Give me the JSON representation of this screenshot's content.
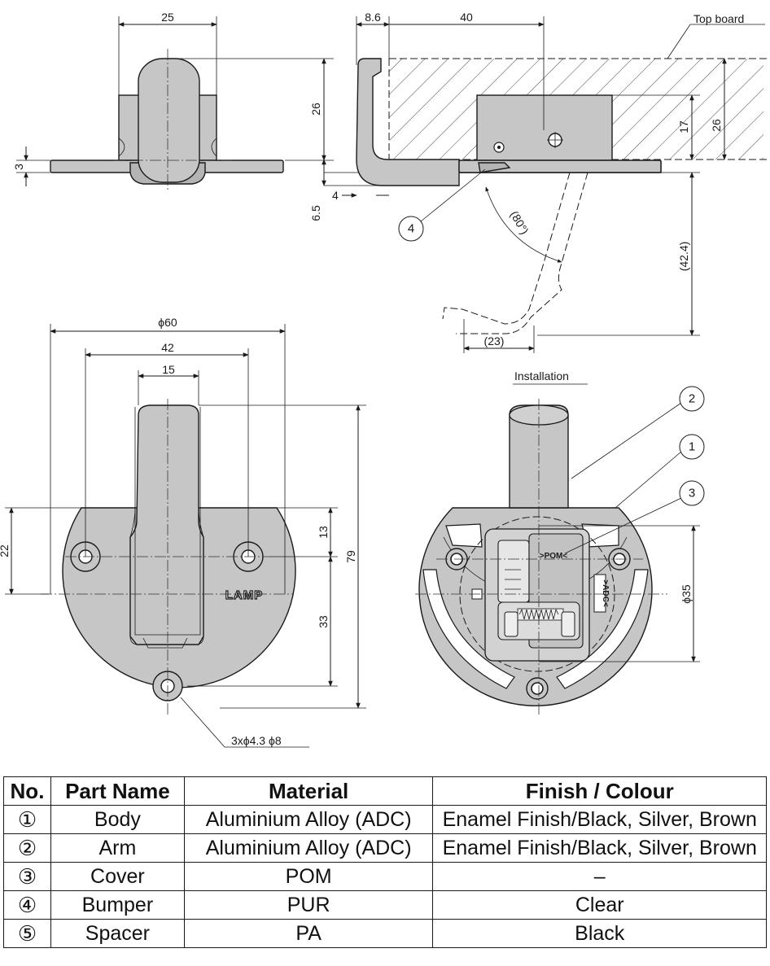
{
  "labels": {
    "top_board": "Top board",
    "installation": "Installation",
    "lamp": "LAMP",
    "pom_mark": ">POM<",
    "adc_mark": ">ADC<"
  },
  "dimensions": {
    "d25": "25",
    "d26a": "26",
    "d3": "3",
    "d8_6": "8.6",
    "d40": "40",
    "d17": "17",
    "d26b": "26",
    "d4": "4",
    "d6_5": "6.5",
    "d80": "(80°)",
    "d42_4": "(42.4)",
    "d23": "(23)",
    "phi60": "ϕ60",
    "d42": "42",
    "d15": "15",
    "d22": "22",
    "d13": "13",
    "d79": "79",
    "d33": "33",
    "phi35": "ϕ35",
    "holes": "3xϕ4.3 ϕ8"
  },
  "bubbles": {
    "b1": "1",
    "b2": "2",
    "b3": "3",
    "b4": "4"
  },
  "table": {
    "headers": [
      "No.",
      "Part Name",
      "Material",
      "Finish / Colour"
    ],
    "rows": [
      [
        "①",
        "Body",
        "Aluminium Alloy (ADC)",
        "Enamel Finish/Black, Silver, Brown"
      ],
      [
        "②",
        "Arm",
        "Aluminium Alloy (ADC)",
        "Enamel Finish/Black, Silver, Brown"
      ],
      [
        "③",
        "Cover",
        "POM",
        "–"
      ],
      [
        "④",
        "Bumper",
        "PUR",
        "Clear"
      ],
      [
        "⑤",
        "Spacer",
        "PA",
        "Black"
      ]
    ]
  },
  "colors": {
    "part_fill": "#c6c6c6",
    "line": "#1a1a1a"
  }
}
